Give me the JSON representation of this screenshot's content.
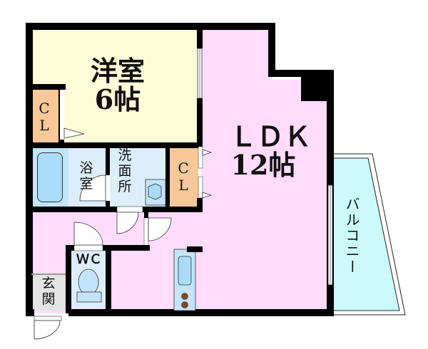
{
  "floor_plan": {
    "rooms": [
      {
        "id": "western-room",
        "name": "洋室",
        "size": "6帖",
        "color": "#fdfcd8"
      },
      {
        "id": "ldk",
        "name": "ＬＤＫ",
        "size": "12帖",
        "color": "#ffdcfc"
      },
      {
        "id": "closet-western",
        "name_line1": "C",
        "name_line2": "L",
        "color": "#f8c898"
      },
      {
        "id": "closet-ldk",
        "name_line1": "C",
        "name_line2": "L",
        "color": "#f8c898"
      },
      {
        "id": "bathroom",
        "name_line1": "浴",
        "name_line2": "室",
        "color": "#dceefc"
      },
      {
        "id": "washroom",
        "name_line1": "洗",
        "name_line2": "面",
        "name_line3": "所",
        "color": "#dceefc"
      },
      {
        "id": "toilet",
        "name": "ＷＣ",
        "color": "#dceefc"
      },
      {
        "id": "entrance",
        "name_line1": "玄",
        "name_line2": "関",
        "color": "#e4e4e4"
      },
      {
        "id": "balcony",
        "name": "バルコニー",
        "color": "#ccfafc"
      }
    ],
    "colors": {
      "wall": "#000000",
      "hall": "#ffdcfc",
      "bathtub": "#c4e4fc",
      "kitchen_burner": "#8b4513"
    }
  }
}
